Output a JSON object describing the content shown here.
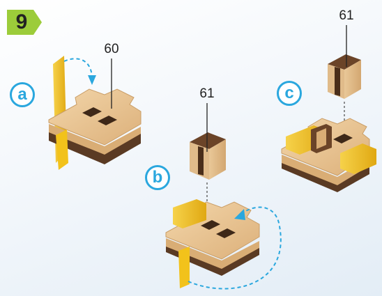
{
  "step": {
    "number": "9"
  },
  "panels": [
    {
      "label": "a",
      "part": "60"
    },
    {
      "label": "b",
      "part": "61"
    },
    {
      "label": "c",
      "part": "61"
    }
  ],
  "colors": {
    "step_badge": "#9ccc3a",
    "label_accent": "#2aa7de",
    "wood_light": "#e8c69a",
    "wood_mid": "#d9ad75",
    "wood_dark": "#5a3a23",
    "yellow_piece": "#f2c21b"
  }
}
